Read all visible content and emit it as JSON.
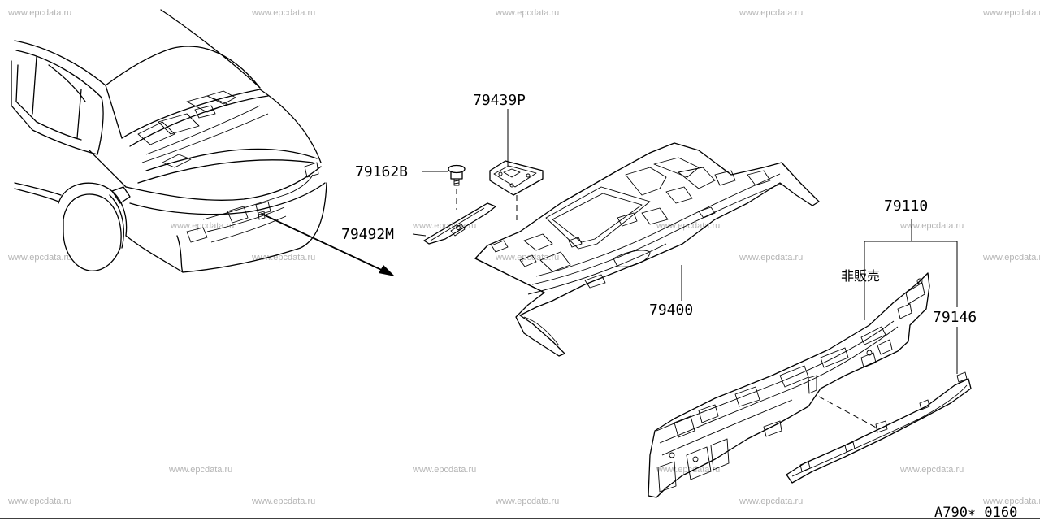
{
  "diagram": {
    "watermark_text": "www.epcdata.ru",
    "parts": {
      "p79439P": "79439P",
      "p79162B": "79162B",
      "p79492M": "79492M",
      "p79400": "79400",
      "p79110": "79110",
      "p79146": "79146",
      "not_for_sale": "非販売"
    },
    "diagram_code": "A790∗ 0160"
  }
}
